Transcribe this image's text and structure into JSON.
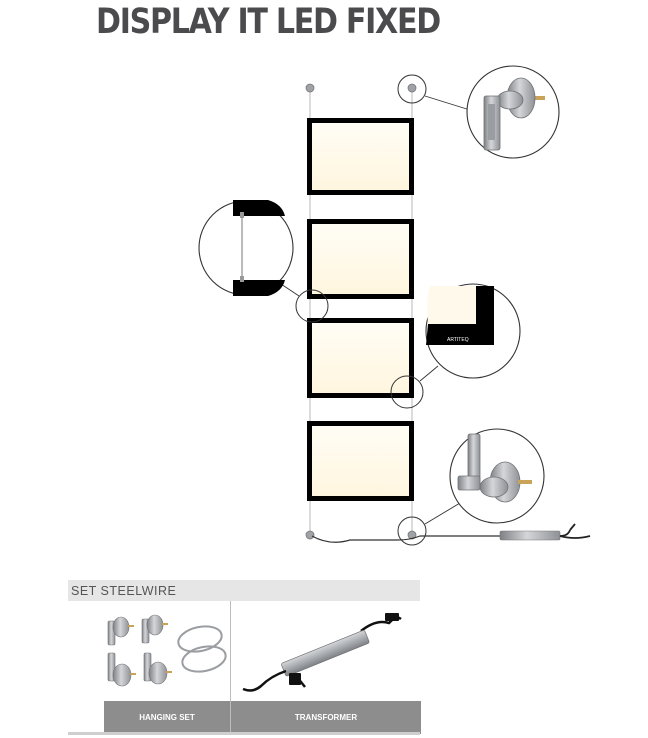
{
  "title": "DISPLAY IT LED FIXED",
  "detail_texts": {
    "panel_brand": "ARTITEQ"
  },
  "set_table": {
    "header": "SET STEELWIRE",
    "columns": [
      {
        "label": "HANGING SET"
      },
      {
        "label": "TRANSFORMER"
      }
    ]
  },
  "colors": {
    "title": "#4b4b4d",
    "panel_glow": "#fff9e8",
    "frame": "#000000",
    "metal": "#a9acb0",
    "label_bg": "#8d8d8d",
    "header_bg": "#e6e6e6"
  }
}
